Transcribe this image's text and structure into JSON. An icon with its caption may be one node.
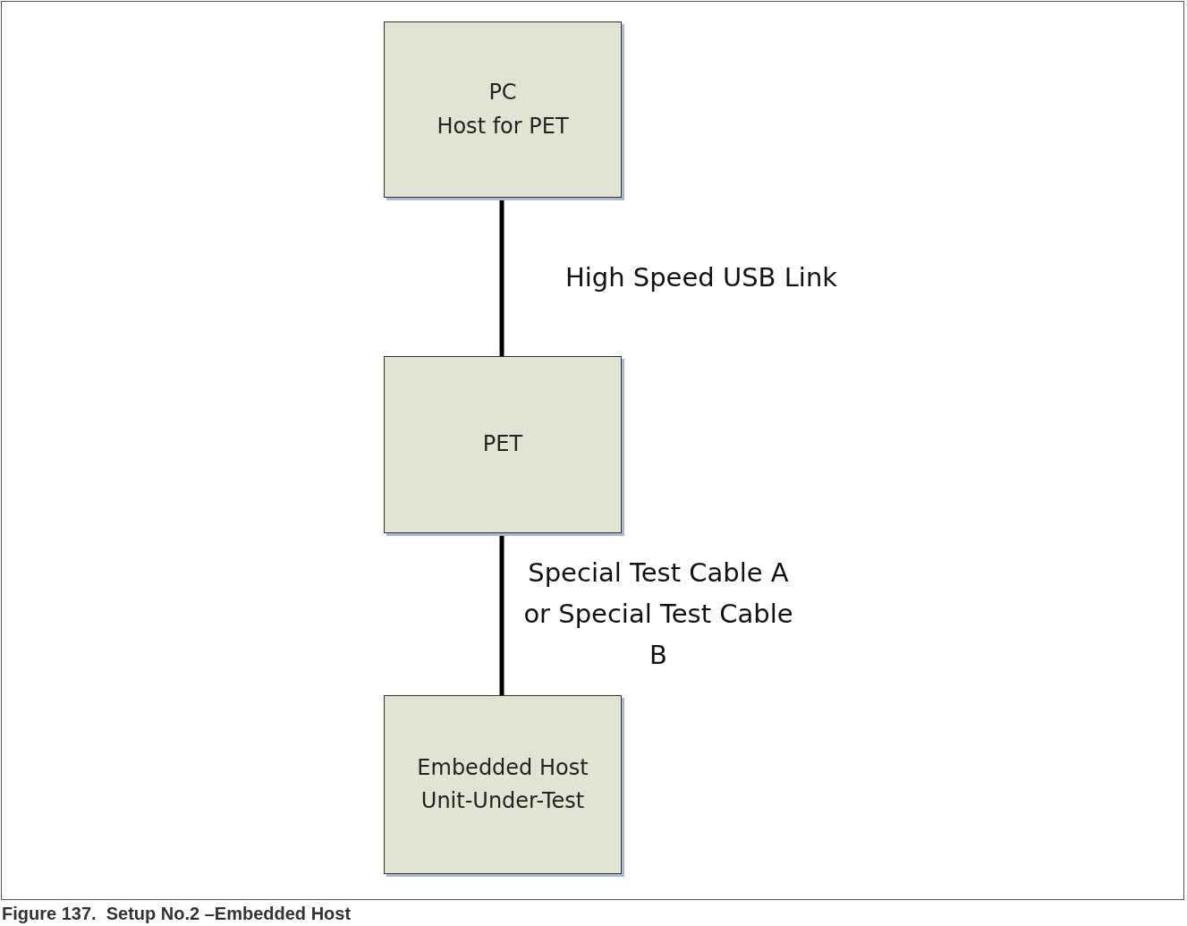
{
  "diagram": {
    "caption": "Figure 137.  Setup No.2 –Embedded Host",
    "nodes": [
      {
        "text": [
          "PC",
          "Host for PET"
        ]
      },
      {
        "text": [
          "PET"
        ]
      },
      {
        "text": [
          "Embedded Host",
          "Unit-Under-Test"
        ]
      }
    ],
    "edges": [
      {
        "from": 0,
        "to": 1,
        "arrow": "none",
        "label": "High Speed USB Link"
      },
      {
        "from": 1,
        "to": 2,
        "arrow": "none",
        "label": "Special Test Cable A or Special Test Cable B"
      }
    ]
  }
}
